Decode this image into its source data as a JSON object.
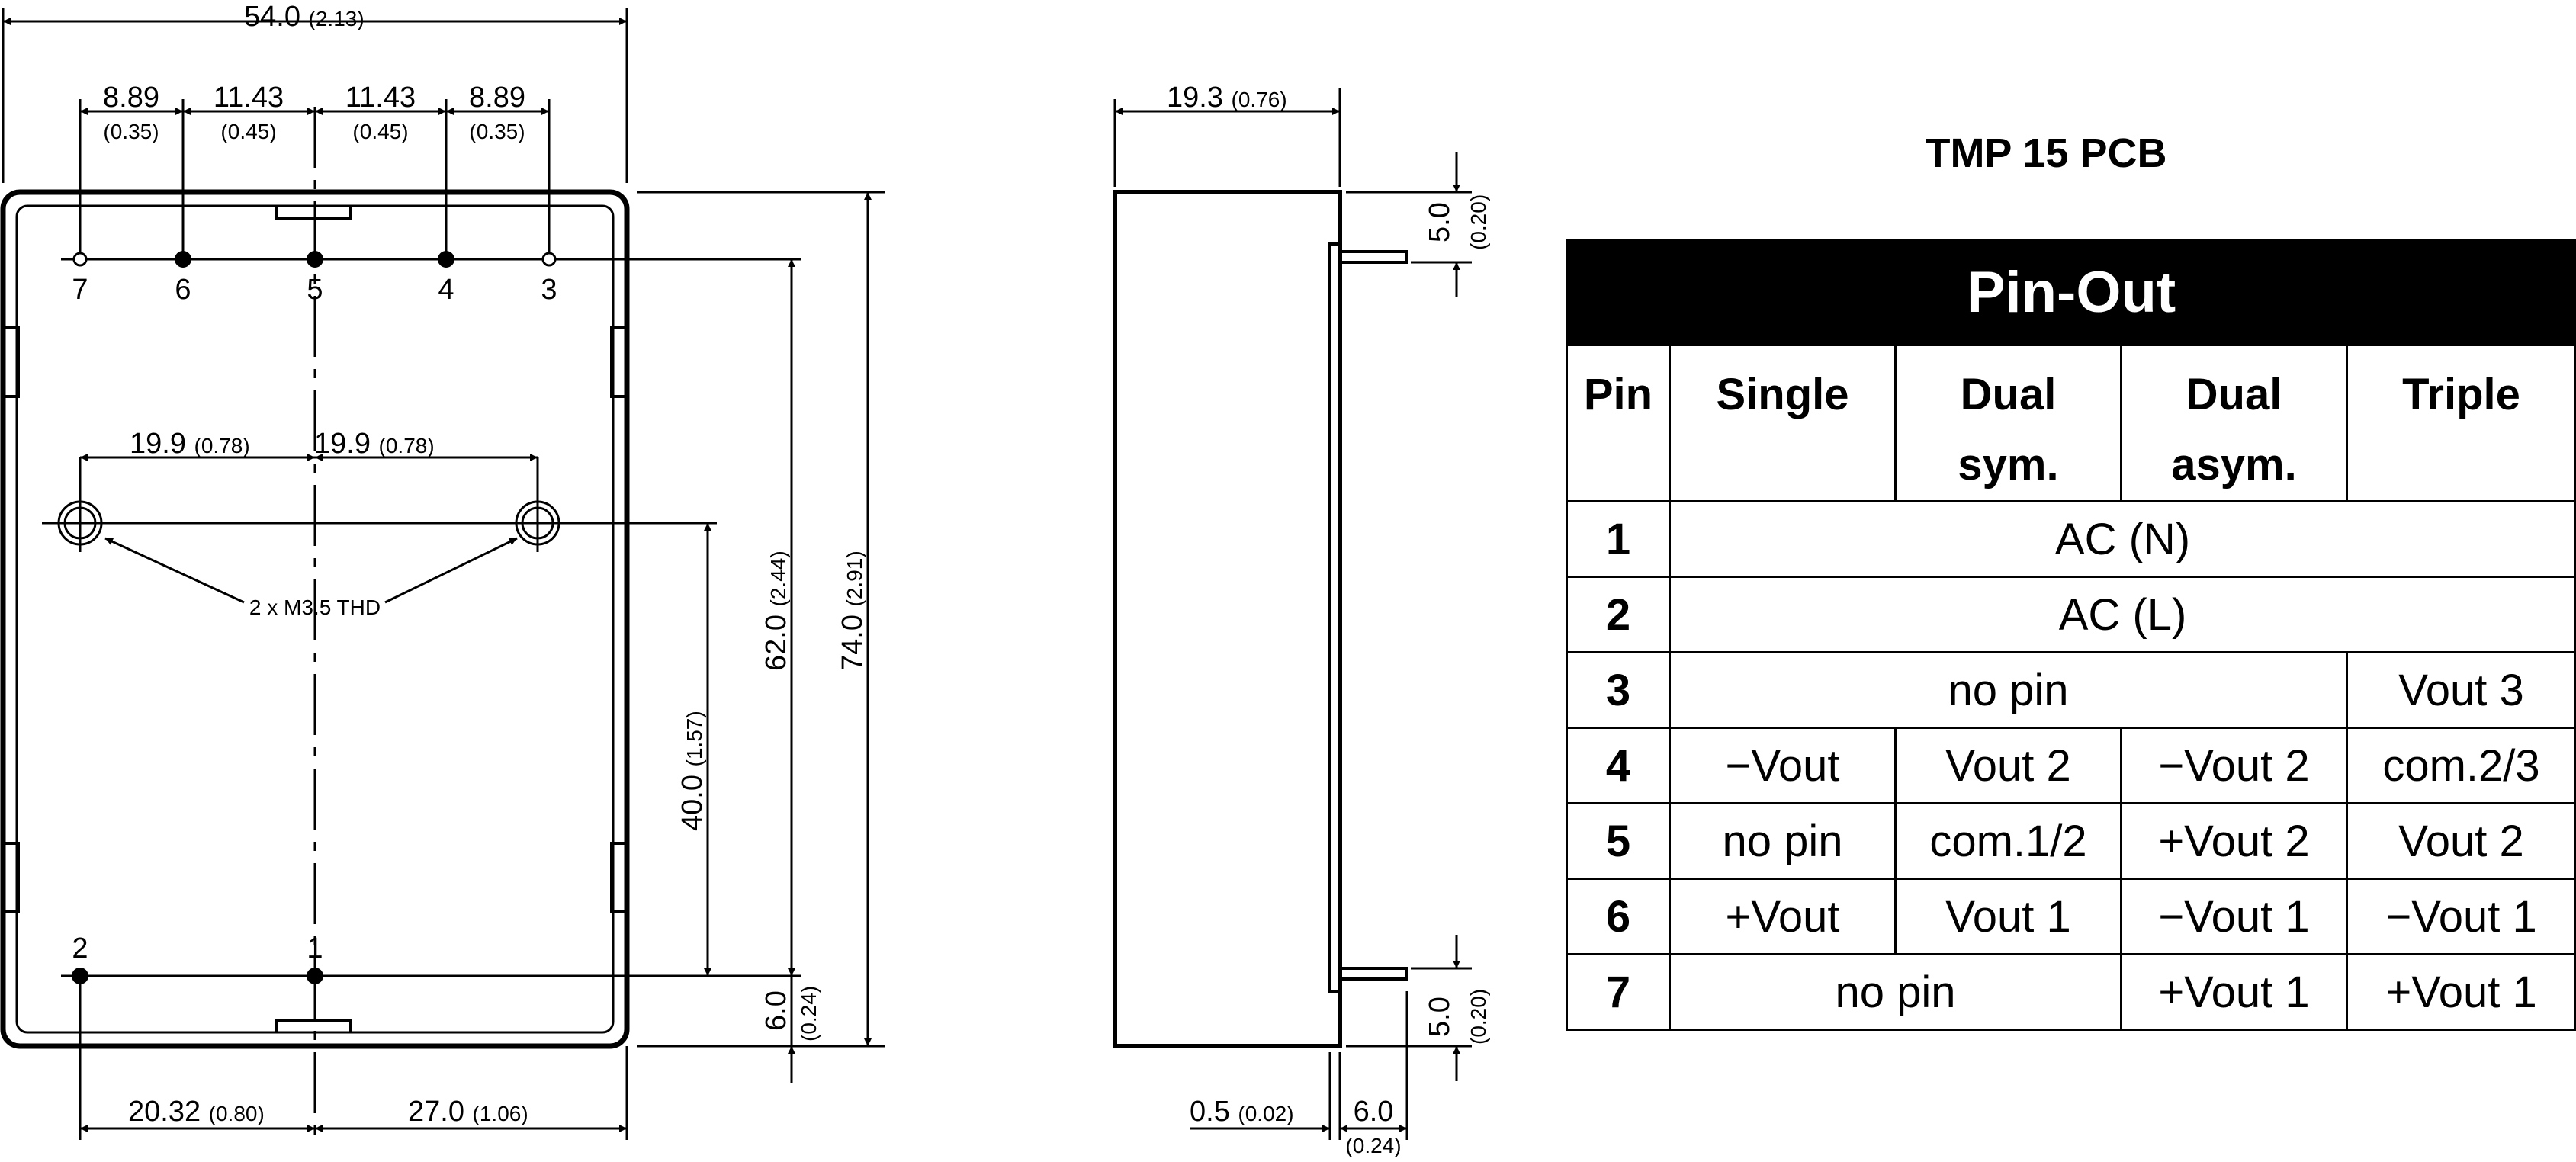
{
  "front_view": {
    "dims": {
      "overall_width": "54.0",
      "overall_width_in": "(2.13)",
      "pitch_a": "8.89",
      "pitch_a_in": "(0.35)",
      "pitch_b": "11.43",
      "pitch_b_in": "(0.45)",
      "pitch_c": "11.43",
      "pitch_c_in": "(0.45)",
      "pitch_d": "8.89",
      "pitch_d_in": "(0.35)",
      "hole_left": "19.9",
      "hole_left_in": "(0.78)",
      "hole_right": "19.9",
      "hole_right_in": "(0.78)",
      "hole_label": "2 x M3.5 THD",
      "height_62": "62.0",
      "height_62_in": "(2.44)",
      "height_74": "74.0",
      "height_74_in": "(2.91)",
      "height_40": "40.0",
      "height_40_in": "(1.57)",
      "bottom_offset": "6.0",
      "bottom_offset_in": "(0.24)",
      "bottom_left": "20.32",
      "bottom_left_in": "(0.80)",
      "bottom_right": "27.0",
      "bottom_right_in": "(1.06)"
    },
    "pins": {
      "p7": "7",
      "p6": "6",
      "p5": "5",
      "p4": "4",
      "p3": "3",
      "p2": "2",
      "p1": "1"
    }
  },
  "side_view": {
    "dims": {
      "depth": "19.3",
      "depth_in": "(0.76)",
      "top_offset": "5.0",
      "top_offset_in": "(0.20)",
      "bottom_offset": "5.0",
      "bottom_offset_in": "(0.20)",
      "standoff": "0.5",
      "standoff_in": "(0.02)",
      "pin_length": "6.0",
      "pin_length_in": "(0.24)"
    }
  },
  "pin_table": {
    "title": "TMP 15 PCB",
    "header": "Pin-Out",
    "columns": {
      "pin": "Pin",
      "single": "Single",
      "dual_sym_1": "Dual",
      "dual_sym_2": "sym.",
      "dual_asym_1": "Dual",
      "dual_asym_2": "asym.",
      "triple": "Triple"
    },
    "rows": {
      "r1": {
        "pin": "1",
        "all": "AC (N)"
      },
      "r2": {
        "pin": "2",
        "all": "AC (L)"
      },
      "r3": {
        "pin": "3",
        "span": "no pin",
        "triple": "Vout 3"
      },
      "r4": {
        "pin": "4",
        "single": "−Vout",
        "dual_sym": "Vout 2",
        "dual_asym": "−Vout 2",
        "triple": "com.2/3"
      },
      "r5": {
        "pin": "5",
        "single": "no pin",
        "dual_sym": "com.1/2",
        "dual_asym": "+Vout 2",
        "triple": "Vout 2"
      },
      "r6": {
        "pin": "6",
        "single": "+Vout",
        "dual_sym": "Vout 1",
        "dual_asym": "−Vout 1",
        "triple": "−Vout 1"
      },
      "r7": {
        "pin": "7",
        "span": "no pin",
        "dual_asym": "+Vout 1",
        "triple": "+Vout 1"
      }
    }
  }
}
